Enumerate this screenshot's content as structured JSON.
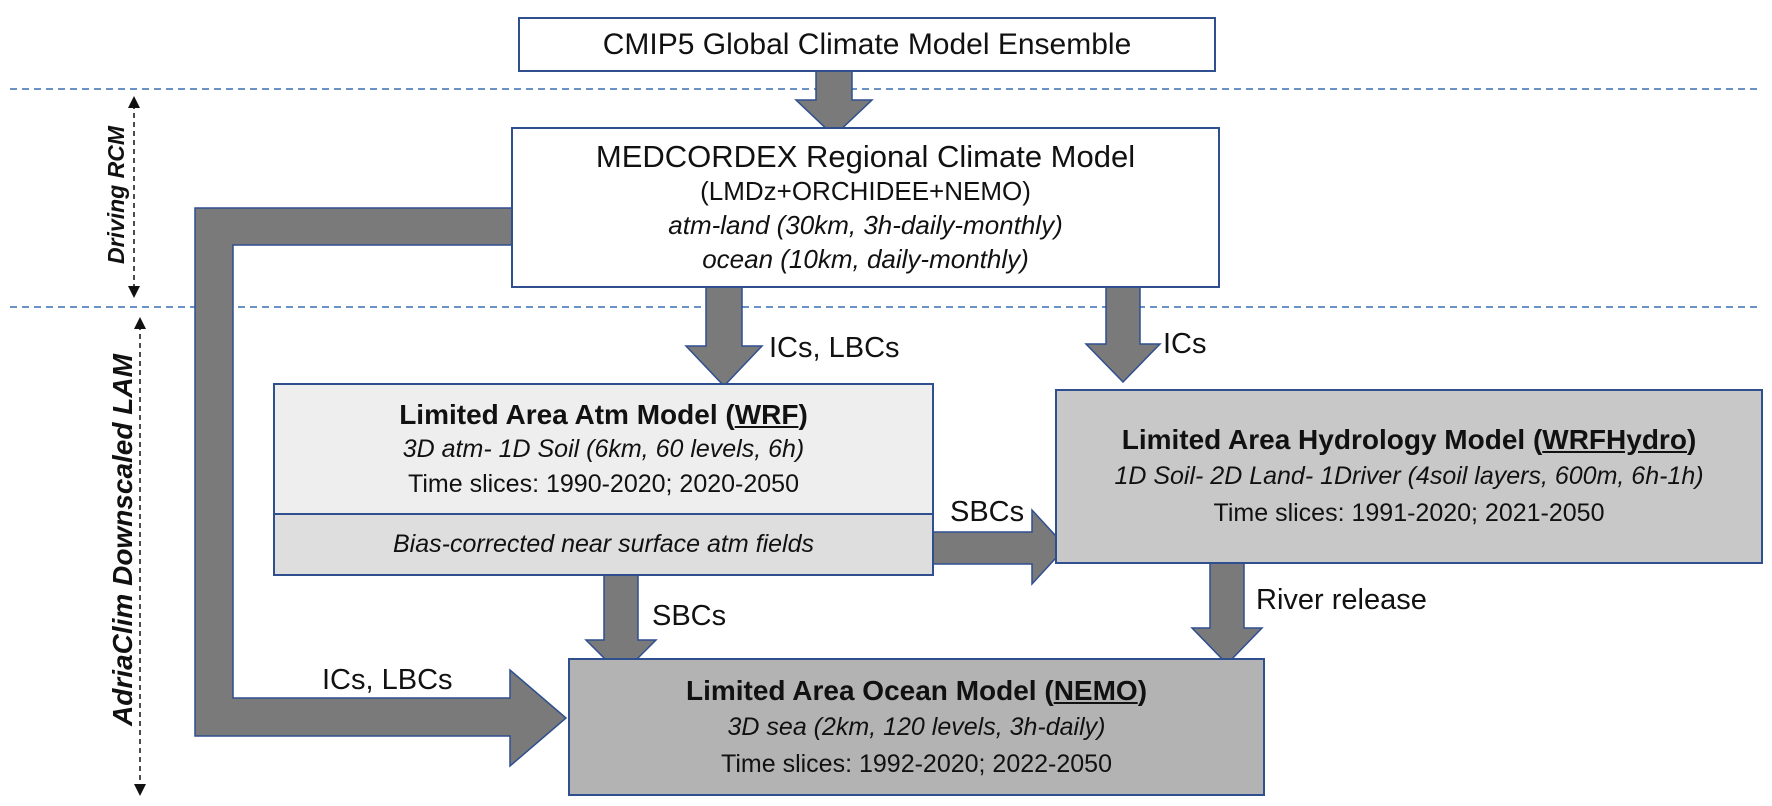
{
  "top_box": {
    "title": "CMIP5 Global Climate Model Ensemble"
  },
  "rcm_box": {
    "title": "MEDCORDEX Regional Climate Model",
    "components": "(LMDz+ORCHIDEE+NEMO)",
    "atm_land": "atm-land (30km, 3h-daily-monthly)",
    "ocean": "ocean (10km, daily-monthly)"
  },
  "atm_box": {
    "title_prefix": "Limited Area Atm Model (",
    "model": "WRF",
    "title_suffix": ")",
    "config": "3D atm- 1D Soil (6km, 60 levels, 6h)",
    "slices": "Time slices: 1990-2020; 2020-2050",
    "bias_note": "Bias-corrected near surface atm fields"
  },
  "hydro_box": {
    "title_prefix": "Limited Area Hydrology Model (",
    "model": "WRFHydro",
    "title_suffix": ")",
    "config": "1D Soil- 2D Land- 1Driver (4soil layers, 600m, 6h-1h)",
    "slices": "Time slices: 1991-2020; 2021-2050"
  },
  "ocean_box": {
    "title_prefix": "Limited Area Ocean Model (",
    "model": "NEMO",
    "title_suffix": ")",
    "config": "3D sea (2km, 120 levels, 3h-daily)",
    "slices": "Time slices: 1992-2020; 2022-2050"
  },
  "labels": {
    "ics_lbcs_atm": "ICs, LBCs",
    "ics_hydro": "ICs",
    "sbcs_hydro": "SBCs",
    "sbcs_ocean": "SBCs",
    "river_release": "River release",
    "ics_lbcs_ocean": "ICs, LBCs"
  },
  "side_labels": {
    "driving": "Driving RCM",
    "downscaled": "AdriaClim  Downscaled LAM"
  },
  "colors": {
    "border": "#2f4f8f",
    "arrow_fill": "#7a7a7a",
    "dashed_line": "#3a6fb0",
    "atm_fill": "#eeeeee",
    "atm_bias_fill": "#dedede",
    "hydro_fill": "#c8c8c8",
    "ocean_fill": "#b3b3b3"
  }
}
